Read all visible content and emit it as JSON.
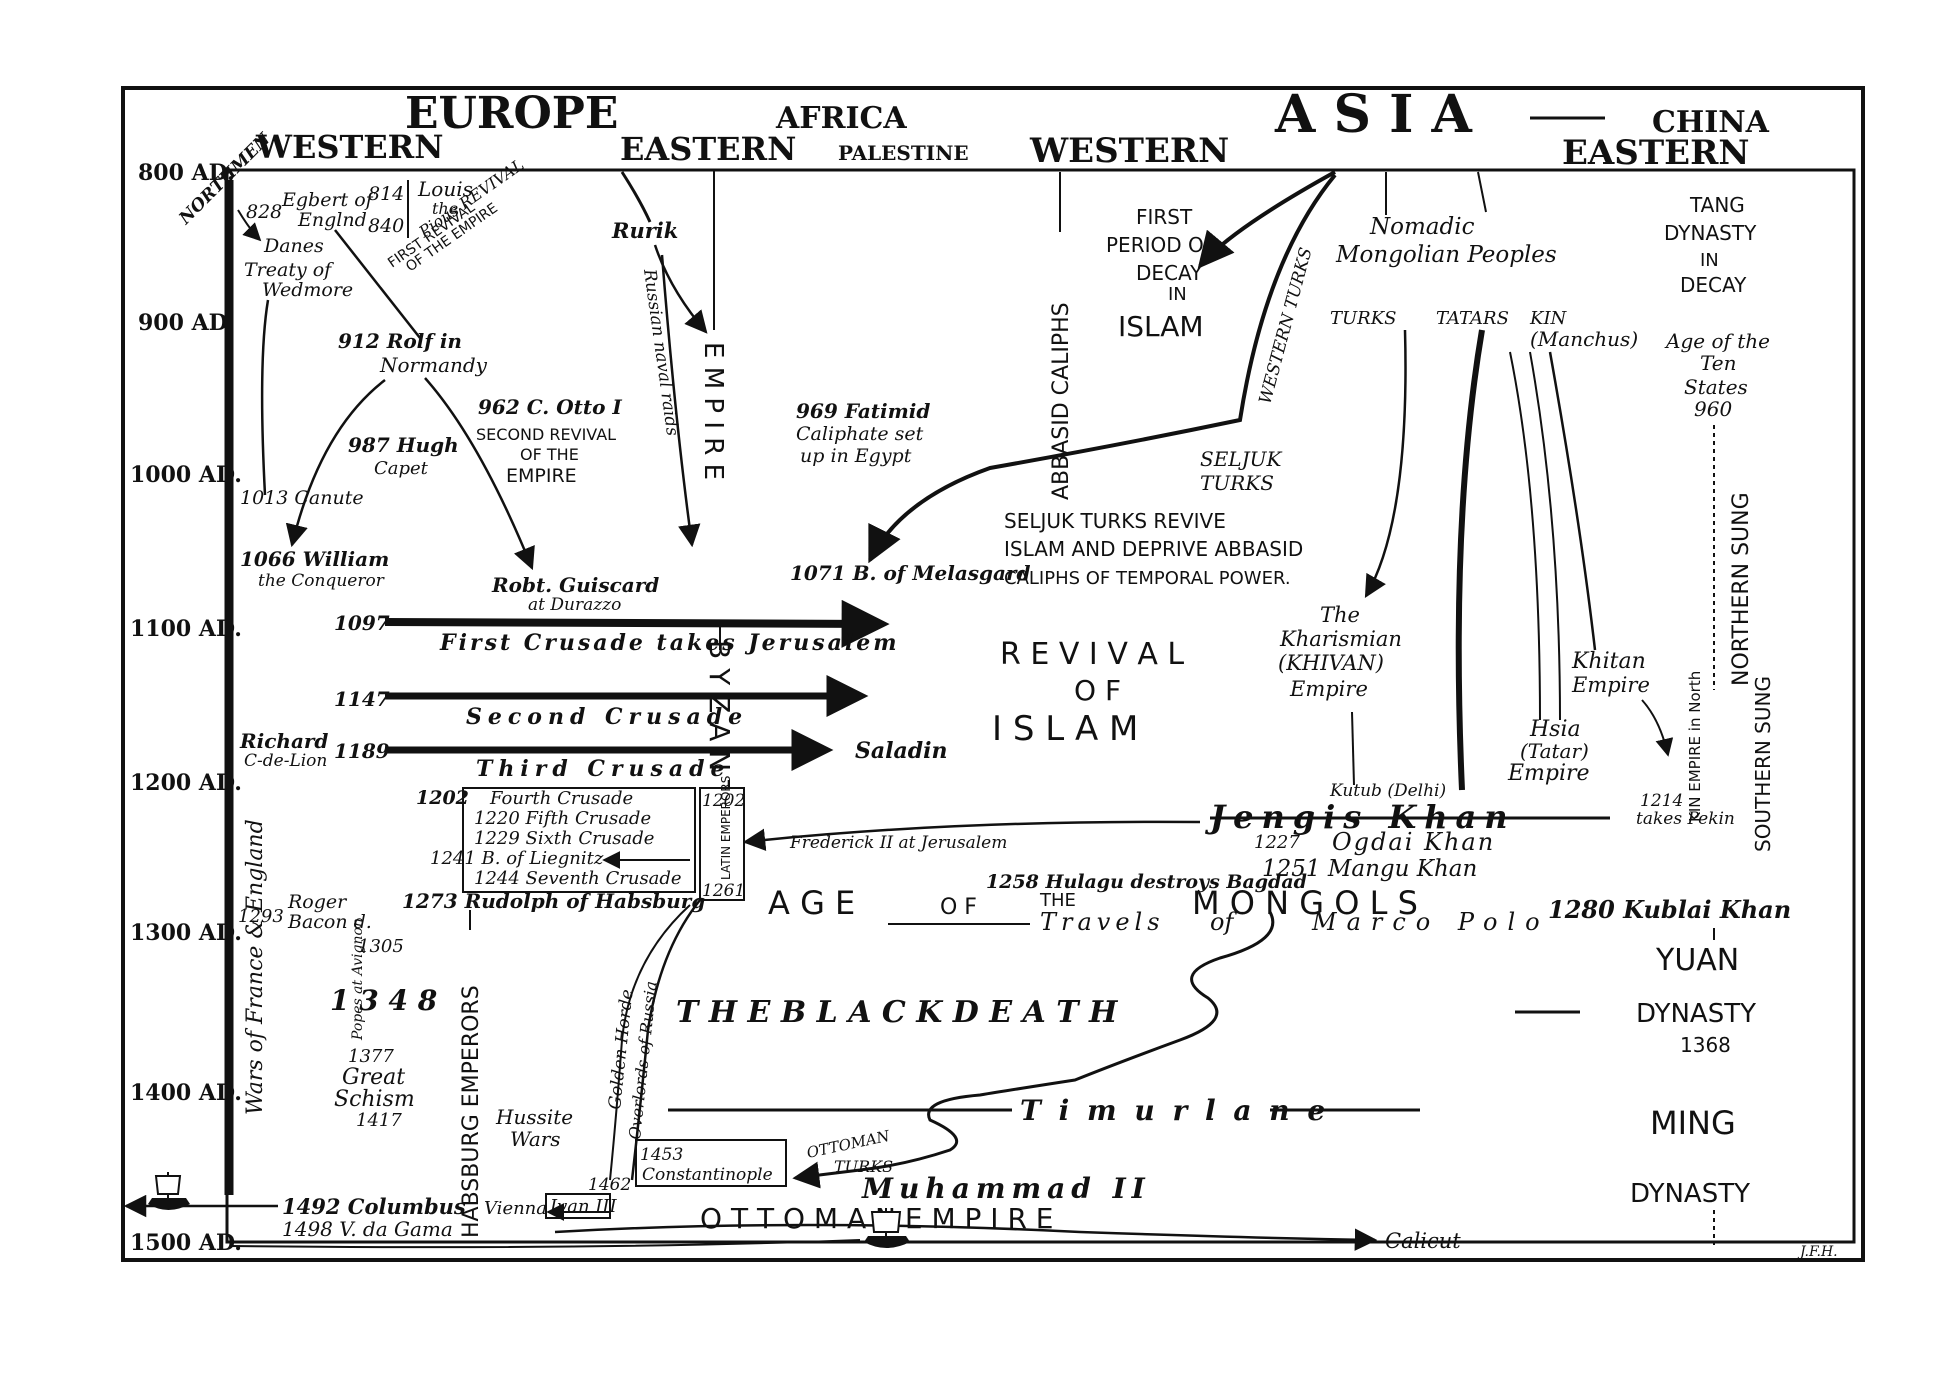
{
  "headers": {
    "europe": "EUROPE",
    "africa": "AFRICA",
    "asia": "A S I A",
    "china": "CHINA",
    "western_europe": "WESTERN",
    "eastern_europe": "EASTERN",
    "palestine": "PALESTINE",
    "western_asia": "WESTERN",
    "eastern_asia": "EASTERN"
  },
  "years": [
    "800 AD.",
    "900 AD.",
    "1000 AD.",
    "1100 AD.",
    "1200 AD.",
    "1300 AD.",
    "1400 AD.",
    "1500 AD."
  ],
  "labels": {
    "northmen": "NORTHMEN",
    "n828": "828",
    "egbert": "Egbert of",
    "englnd": "Englnd",
    "n814": "814",
    "n840": "840",
    "louis": "Louis",
    "the": "the",
    "pious_revival": "Pious REVIVAL",
    "first_revival": "FIRST REVIVAL",
    "of_the_empire_small": "OF THE EMPIRE",
    "danes": "Danes",
    "treaty_of": "Treaty of",
    "wedmore": "Wedmore",
    "rurik": "Rurik",
    "russian_naval_raids": "Russian naval raids",
    "empire_vertical": "E M P I R E",
    "abbasid_caliphs": "ABBASID CALIPHS",
    "first_period": "FIRST",
    "period_of": "PERIOD OF",
    "decay": "DECAY",
    "in": "IN",
    "islam": "ISLAM",
    "western_turks": "WESTERN TURKS",
    "nomadic": "Nomadic",
    "mongolian_peoples": "Mongolian Peoples",
    "turks": "TURKS",
    "tatars": "TATARS",
    "kin": "KIN",
    "manchus": "(Manchus)",
    "tang": "TANG",
    "dynasty": "DYNASTY",
    "tang_in": "IN",
    "tang_decay": "DECAY",
    "age_of_the": "Age of the",
    "ten": "Ten",
    "states": "States",
    "n960": "960",
    "rolf": "912 Rolf in",
    "normandy": "Normandy",
    "otto": "962 C. Otto I",
    "second_revival": "SECOND REVIVAL",
    "of_the": "OF THE",
    "empire_cap": "EMPIRE",
    "fatimid": "969 Fatimid",
    "caliphate": "Caliphate set",
    "up_in_egypt": "up in Egypt",
    "hugh": "987 Hugh",
    "capet": "Capet",
    "canute": "1013 Canute",
    "seljuk": "SELJUK",
    "seljuk_turks": "TURKS",
    "seljuk_revive": "SELJUK TURKS REVIVE",
    "islam_deprive": "ISLAM AND DEPRIVE ABBASID",
    "caliphs_power": "CALIPHS OF TEMPORAL POWER.",
    "william": "1066 William",
    "the_conqueror": "the Conqueror",
    "robt": "Robt. Guiscard",
    "at_durazzo": "at Durazzo",
    "melasgard": "1071 B. of Melasgard",
    "northern_sung": "NORTHERN SUNG",
    "n1097": "1097",
    "first_crusade": "First Crusade takes Jerusalem",
    "revival": "R E V I V A L",
    "of": "O F",
    "islam_big": "I S L A M",
    "the_kharismian": "The",
    "kharismian": "Kharismian",
    "khivan": "(KHIVAN)",
    "kh_empire": "Empire",
    "khitan": "Khitan",
    "khitan_empire": "Empire",
    "wars_of": "Wars of France & England",
    "n1147": "1147",
    "second_crusade": "Second Crusade",
    "richard": "Richard",
    "coeur": "C-de-Lion",
    "n1189": "1189",
    "third_crusade": "Third Crusade",
    "saladin": "Saladin",
    "hsia": "Hsia",
    "tatar": "(Tatar)",
    "hsia_empire": "Empire",
    "kin_empire": "KIN EMPIRE in North",
    "southern_sung": "SOUTHERN SUNG",
    "n1202": "1202",
    "fourth": "Fourth Crusade",
    "fifth": "1220 Fifth Crusade",
    "sixth": "1229 Sixth Crusade",
    "liegnitz": "1241 B. of Liegnitz",
    "seventh": "1244 Seventh Crusade",
    "rudolph": "1273 Rudolph of Habsburg",
    "latin_1202": "1202",
    "latin_emperors": "LATIN EMPERORS",
    "latin_1261": "1261",
    "frederick": "Frederick II at Jerusalem",
    "kutub": "Kutub (Delhi)",
    "jengis": "Jengis Khan",
    "n1214": "1214",
    "takes_pekin": "takes Pekin",
    "n1227": "1227",
    "ogdai": "Ogdai Khan",
    "n1251": "1251 Mangu Khan",
    "hulagu": "1258 Hulagu destroys Bagdad",
    "age": "A G E",
    "of_mongols": "O F",
    "the_mongols": "THE",
    "mongols": "M O N G O L S",
    "kublai": "1280 Kublai Khan",
    "travels": "Travels",
    "of_marco": "of",
    "marco_polo": "Marco Polo",
    "roger": "Roger",
    "bacon": "Bacon d.",
    "n1293": "1293",
    "n1305": "1305",
    "popes": "Popes at Avignon",
    "yuan": "YUAN",
    "hundred": "1 3 4 8",
    "black_death": "T H E     B L A C K     D E A T H",
    "yuan_dynasty": "DYNASTY",
    "n1368": "1368",
    "n1377": "1377",
    "great": "Great",
    "schism": "Schism",
    "n1417": "1417",
    "habsburg": "HABSBURG EMPERORS",
    "golden_horde": "Golden Horde",
    "overlords": "Overlords of Russia",
    "byzantine": "B Y Z A N T I N E",
    "timurlane": "T i m u r l a n e",
    "ming": "MING",
    "ming_dynasty": "DYNASTY",
    "hussite": "Hussite",
    "wars": "Wars",
    "ottoman": "OTTOMAN",
    "ottoman_turks": "TURKS",
    "n1453": "1453",
    "constantinople": "Constantinople",
    "n1462": "1462",
    "ivan": "Ivan III",
    "muhammad": "Muhammad II",
    "columbus": "1492 Columbus",
    "vienna": "Vienna",
    "ottoman_empire": "O T T O M A N     E M P I R E",
    "gama": "1498 V. da Gama",
    "calicut": "Calicut",
    "signature": "J.F.H."
  }
}
